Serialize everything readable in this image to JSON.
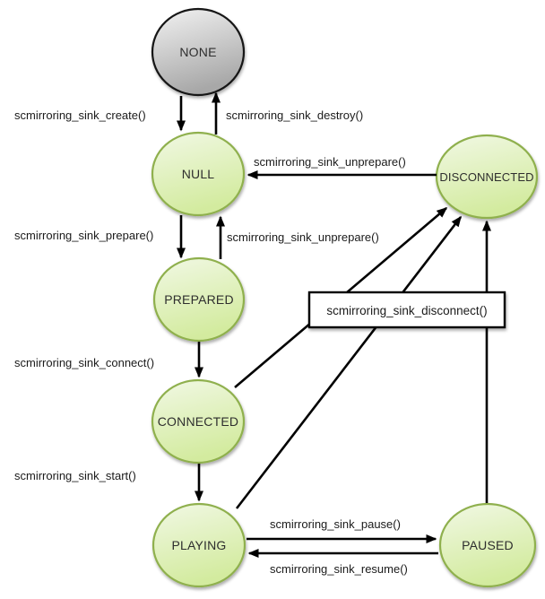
{
  "states": {
    "none": "NONE",
    "null": "NULL",
    "prepared": "PREPARED",
    "connected": "CONNECTED",
    "playing": "PLAYING",
    "paused": "PAUSED",
    "disconnected": "DISCONNECTED"
  },
  "transitions": {
    "create": "scmirroring_sink_create()",
    "destroy": "scmirroring_sink_destroy()",
    "unprepare_from_disconnected": "scmirroring_sink_unprepare()",
    "prepare": "scmirroring_sink_prepare()",
    "unprepare_from_prepared": "scmirroring_sink_unprepare()",
    "connect": "scmirroring_sink_connect()",
    "start": "scmirroring_sink_start()",
    "pause": "scmirroring_sink_pause()",
    "resume": "scmirroring_sink_resume()",
    "disconnect": "scmirroring_sink_disconnect()"
  },
  "colors": {
    "background": "#ffffff",
    "state_fill_top": "#f1f8e4",
    "state_fill_bottom": "#d3eb9f",
    "state_border": "#8fb04e",
    "none_fill_top": "#f2f2f2",
    "none_fill_bottom": "#a8a8a8",
    "none_border": "#141414",
    "arrow": "#000000",
    "label_text": "#1a1a1a",
    "state_text": "#2e2e2e",
    "box_fill": "#ffffff"
  }
}
